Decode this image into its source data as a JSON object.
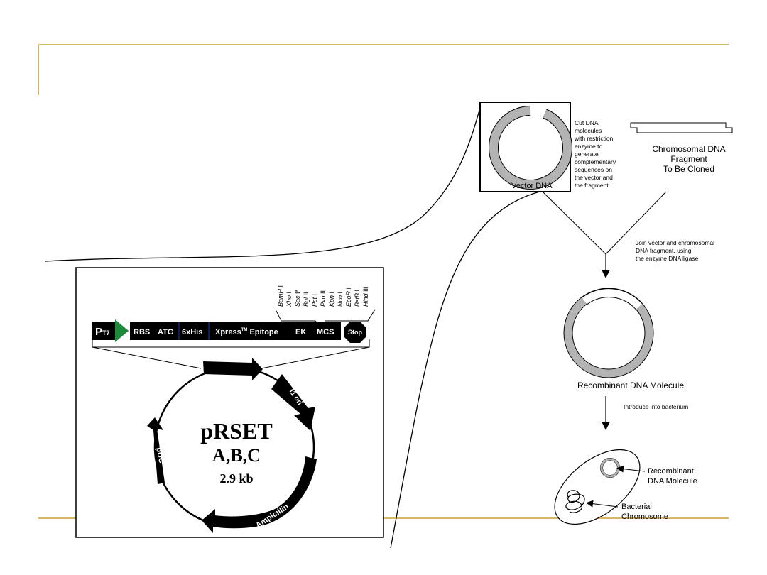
{
  "slide": {
    "accent_color": "#c9a035"
  },
  "pset_map": {
    "promoter_p": "P",
    "promoter_sub": "T7",
    "bar_segments": [
      "RBS",
      "ATG",
      "6xHis",
      "Xpress",
      "Epitope",
      "EK",
      "MCS"
    ],
    "trademark": "TM",
    "stop_label": "Stop",
    "restriction_sites": [
      {
        "name": "BamH",
        "num": "I"
      },
      {
        "name": "Xho",
        "num": "I"
      },
      {
        "name": "Sac",
        "num": "I*"
      },
      {
        "name": "Bgl",
        "num": "II"
      },
      {
        "name": "Pst",
        "num": "I"
      },
      {
        "name": "Pvu",
        "num": "II"
      },
      {
        "name": "Kpn",
        "num": "I"
      },
      {
        "name": "Nco",
        "num": "I"
      },
      {
        "name": "EcoR",
        "num": "I"
      },
      {
        "name": "BstB",
        "num": "I"
      },
      {
        "name": "Hind",
        "num": "III"
      }
    ],
    "plasmid_name": "pRSET",
    "plasmid_variants": "A,B,C",
    "plasmid_size": "2.9 kb",
    "features": [
      "f1 ori",
      "Ampicillin",
      "pUC"
    ]
  },
  "cloning": {
    "cut_note": [
      "Cut DNA",
      "molecules",
      "with restriction",
      "enzyme to",
      "generate",
      "complementary",
      "sequences on",
      "the vector and",
      "the fragment"
    ],
    "vector_label": "Vector DNA",
    "fragment_label": [
      "Chromosomal DNA",
      "Fragment",
      "To Be Cloned"
    ],
    "join_note": [
      "Join vector and chromosomal",
      "DNA fragment, using",
      "the enzyme DNA ligase"
    ],
    "recombinant_label": "Recombinant DNA Molecule",
    "introduce_note": "Introduce into bacterium",
    "cell_recombinant_label": [
      "Recombinant",
      "DNA Molecule"
    ],
    "cell_chromosome_label": [
      "Bacterial",
      "Chromosome"
    ]
  }
}
